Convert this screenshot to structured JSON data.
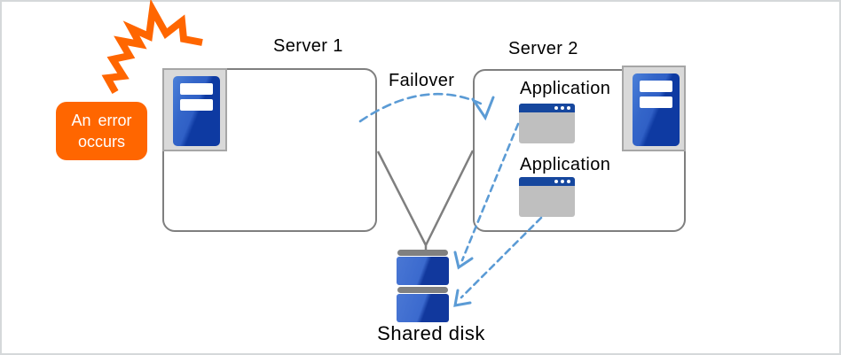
{
  "error_callout": {
    "line1": "An error",
    "line2": "occurs"
  },
  "servers": [
    {
      "title": "Server 1"
    },
    {
      "title": "Server 2"
    }
  ],
  "failover": {
    "label": "Failover"
  },
  "applications": [
    {
      "label": "Application"
    },
    {
      "label": "Application"
    }
  ],
  "shared_disk": {
    "label": "Shared disk"
  },
  "colors": {
    "burst_orange": "#FF6600",
    "callout_orange": "#FF6600",
    "callout_text": "#FFFFFF",
    "dashed_arrow_blue": "#5B9BD5",
    "connector_gray": "#7F7F7F",
    "box_border_gray": "#7F7F7F",
    "server_icon_bg": "#D9D9D9",
    "server_icon_border": "#A6A6A6",
    "server_tower_blue_light": "#3E6FD0",
    "server_tower_blue_dark": "#0E3AA2",
    "app_window_body": "#BFBFBF",
    "app_window_titlebar": "#16479E",
    "disk_blue_light": "#3B6ACE",
    "disk_blue_dark": "#11389D",
    "disk_cap_gray": "#808080",
    "label_text": "#000000"
  }
}
